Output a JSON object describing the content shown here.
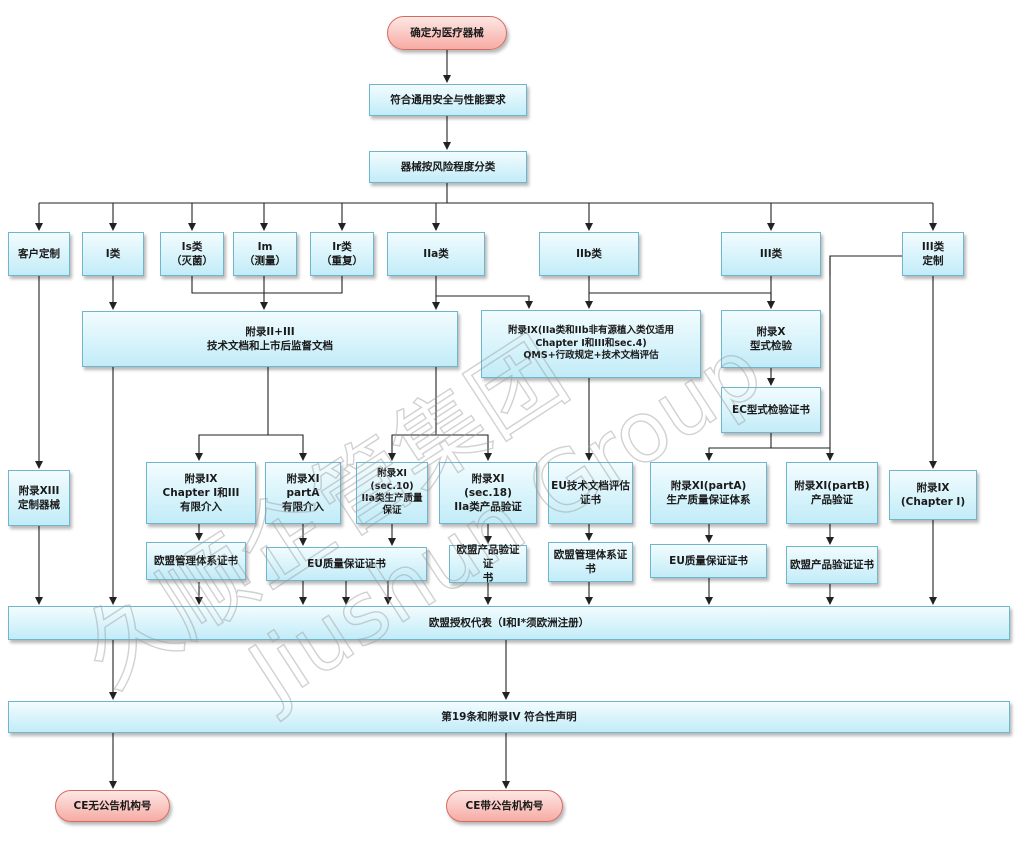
{
  "colors": {
    "box_fill_top": "#f2fcfe",
    "box_fill_bottom": "#c2ecf8",
    "box_border": "#6fb6cc",
    "terminal_fill_top": "#fde7e4",
    "terminal_fill_bottom": "#f7aba4",
    "terminal_border": "#d46b63",
    "connector": "#222222",
    "watermark": "#9a9a9a"
  },
  "watermark": {
    "cn": "久顺企管集团",
    "en": "Jiushun Group"
  },
  "nodes": {
    "start": "确定为医疗器械",
    "general_req": "符合通用安全与性能要求",
    "risk_class": "器械按风险程度分类",
    "custom": "客户定制",
    "class_i": "I类",
    "class_is": "Is类\n（灭菌）",
    "class_im": "Im\n（测量）",
    "class_ir": "Ir类\n（重复）",
    "class_iia": "IIa类",
    "class_iib": "IIb类",
    "class_iii": "III类",
    "class_iii_custom": "III类\n定制",
    "annex_2_3": "附录II+III\n技术文档和上市后监督文档",
    "annex_9": "附录IX(IIa类和IIb非有源植入类仅适用\nChapter I和III和sec.4)\nQMS+行政规定+技术文档评估",
    "annex_10": "附录X\n型式检验",
    "ec_type_cert": "EC型式检验证书",
    "annex_13": "附录XIII\n定制器械",
    "annex_9_ch1_3": "附录IX\nChapter I和III\n有限介入",
    "annex_11_parta": "附录XI\npartA\n有限介入",
    "annex_11_sec10": "附录XI\n(sec.10)\nIIa类生产质量\n保证",
    "annex_11_sec18": "附录XI\n(sec.18)\nIIa类产品验证",
    "eu_tech_doc_cert": "EU技术文档评估\n证书",
    "annex_11_parta_iii": "附录XI(partA)\n生产质量保证体系",
    "annex_11_partb": "附录XI(partB)\n产品验证",
    "annex_9_ch1": "附录IX\n(Chapter I)",
    "cert_qms_1": "欧盟管理体系证书",
    "cert_eu_quality_1": "EU质量保证证书",
    "cert_product_1": "欧盟产品验证证\n书",
    "cert_qms_2": "欧盟管理体系证\n书",
    "cert_eu_quality_2": "EU质量保证证书",
    "cert_product_2": "欧盟产品验证证书",
    "eu_rep": "欧盟授权代表（I和I*须欧洲注册）",
    "doc": "第19条和附录IV 符合性声明",
    "ce_no_nb": "CE无公告机构号",
    "ce_with_nb": "CE带公告机构号"
  }
}
